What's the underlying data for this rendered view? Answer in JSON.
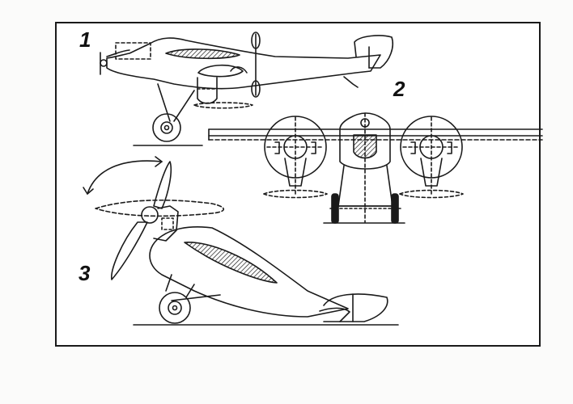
{
  "figure_labels": {
    "view_1": "1",
    "view_2": "2",
    "view_3": "3"
  },
  "colors": {
    "ink": "#1a1a1a",
    "paper": "#ffffff",
    "background": "#fbfbfa"
  }
}
